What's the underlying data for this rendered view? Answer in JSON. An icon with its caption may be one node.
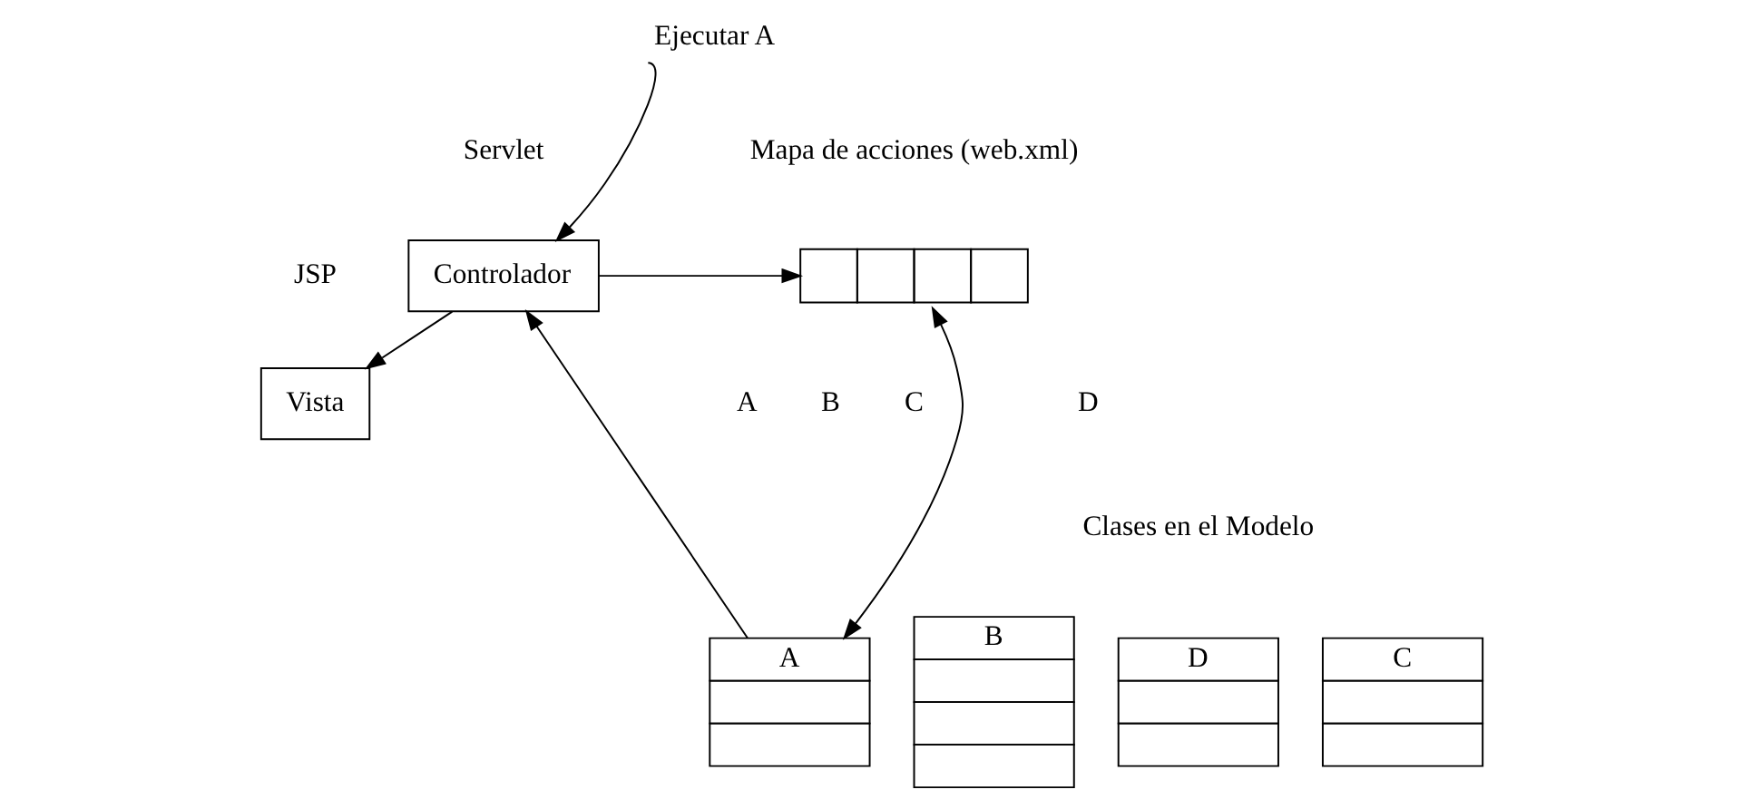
{
  "diagram": {
    "nodes": [
      {
        "text": [
          "Controlador"
        ],
        "beside": [
          "Servlet"
        ]
      },
      {
        "text": [],
        "shape": "box",
        "beside": [
          "Mapa de acciones (web.xml)"
        ]
      },
      {
        "text": [
          "Vista"
        ],
        "beside": [
          "JSP"
        ]
      },
      {
        "text": [
          "A"
        ]
      },
      {
        "text": [
          "B"
        ]
      },
      {
        "text": [
          "D"
        ]
      },
      {
        "text": [
          "C"
        ]
      }
    ],
    "edges": [
      {
        "from": null,
        "to": 0,
        "arrow": "to",
        "label": "Ejecutar A"
      },
      {
        "from": 0,
        "to": 1,
        "arrow": "to"
      },
      {
        "from": 1,
        "to": 3,
        "arrow": "both"
      },
      {
        "from": 3,
        "to": 0,
        "arrow": "to"
      },
      {
        "from": 0,
        "to": 2,
        "arrow": "to"
      }
    ],
    "labels": [
      "A",
      "B",
      "C",
      "D",
      "Clases en el Modelo"
    ]
  }
}
